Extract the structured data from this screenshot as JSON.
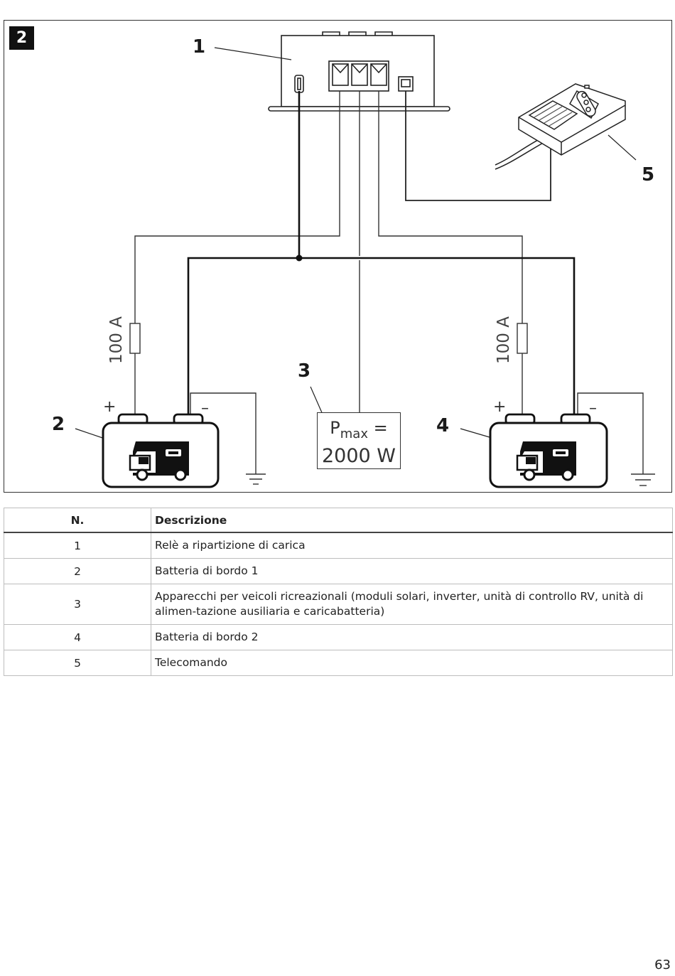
{
  "figure": {
    "badge": "2",
    "callouts": [
      "1",
      "2",
      "3",
      "4",
      "5"
    ],
    "fuse_label": "100 A",
    "plus_sign": "+",
    "minus_sign": "–",
    "pmax": {
      "symbol": "P",
      "subscript": "max",
      "equals": "=",
      "value": "2000 W"
    }
  },
  "legend_table": {
    "headers": {
      "number": "N.",
      "description": "Descrizione"
    },
    "rows": [
      {
        "n": "1",
        "desc": "Relè a ripartizione di carica"
      },
      {
        "n": "2",
        "desc": "Batteria di bordo 1"
      },
      {
        "n": "3",
        "desc": "Apparecchi per veicoli ricreazionali (moduli solari, inverter, unità di controllo RV, unità di alimen-tazione ausiliaria e caricabatteria)"
      },
      {
        "n": "4",
        "desc": "Batteria di bordo 2"
      },
      {
        "n": "5",
        "desc": "Telecomando"
      }
    ]
  },
  "page_number": "63"
}
